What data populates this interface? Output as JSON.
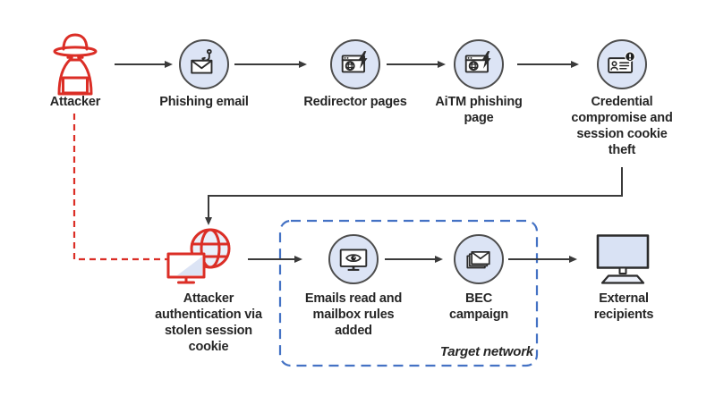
{
  "colors": {
    "red": "#DB2E26",
    "node_fill": "#DCE4F5",
    "node_border": "#4D4D4D",
    "arrow": "#3A3A3A",
    "container_blue": "#4472C4",
    "text": "#262626",
    "bg": "#FFFFFF",
    "icon_dark": "#2B2B2B"
  },
  "nodes": {
    "attacker": {
      "label": "Attacker",
      "icon": "spy-icon"
    },
    "phishing_email": {
      "label": "Phishing email",
      "icon": "mail-hook-icon"
    },
    "redirector_pages": {
      "label": "Redirector pages",
      "icon": "browser-bolt-icon"
    },
    "aitm_phishing_page": {
      "label": "AiTM phishing\npage",
      "icon": "browser-bolt-icon"
    },
    "credential_theft": {
      "label": "Credential\ncompromise and\nsession cookie\ntheft",
      "icon": "id-card-alert-icon"
    },
    "attacker_auth": {
      "label": "Attacker\nauthentication via\nstolen session\ncookie",
      "icon": "globe-monitor-icon"
    },
    "emails_read": {
      "label": "Emails read and\nmailbox rules\nadded",
      "icon": "monitor-eye-icon"
    },
    "bec_campaign": {
      "label": "BEC\ncampaign",
      "icon": "mail-stack-icon"
    },
    "external_recipients": {
      "label": "External\nrecipients",
      "icon": "desktop-icon"
    }
  },
  "container": {
    "label": "Target network"
  }
}
